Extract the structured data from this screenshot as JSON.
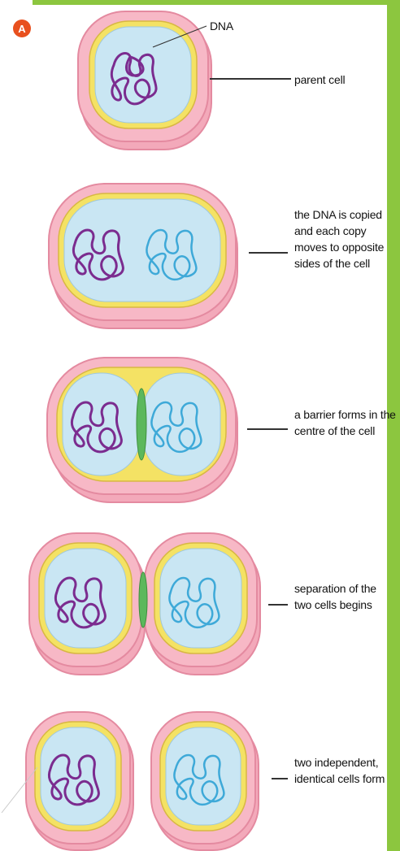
{
  "figure": {
    "badge": "A",
    "dna_label": "DNA",
    "colors": {
      "outer_wall": "#f7b8c6",
      "outer_wall_edge": "#e48aa0",
      "membrane": "#f4e264",
      "cytoplasm": "#c9e6f3",
      "dna_parent": "#7b2c8f",
      "dna_copy": "#3ea9d8",
      "barrier": "#5cb85c",
      "accent_bar": "#8cc63f",
      "badge": "#e8501e"
    },
    "stages": [
      {
        "label_lines": [
          "parent cell"
        ]
      },
      {
        "label_lines": [
          "the DNA is copied",
          "and each copy",
          "moves to opposite",
          "sides of the cell"
        ]
      },
      {
        "label_lines": [
          "a barrier forms in the",
          "centre of the cell"
        ]
      },
      {
        "label_lines": [
          "separation of the",
          "two cells begins"
        ]
      },
      {
        "label_lines": [
          "two independent,",
          "identical cells form"
        ]
      }
    ]
  }
}
